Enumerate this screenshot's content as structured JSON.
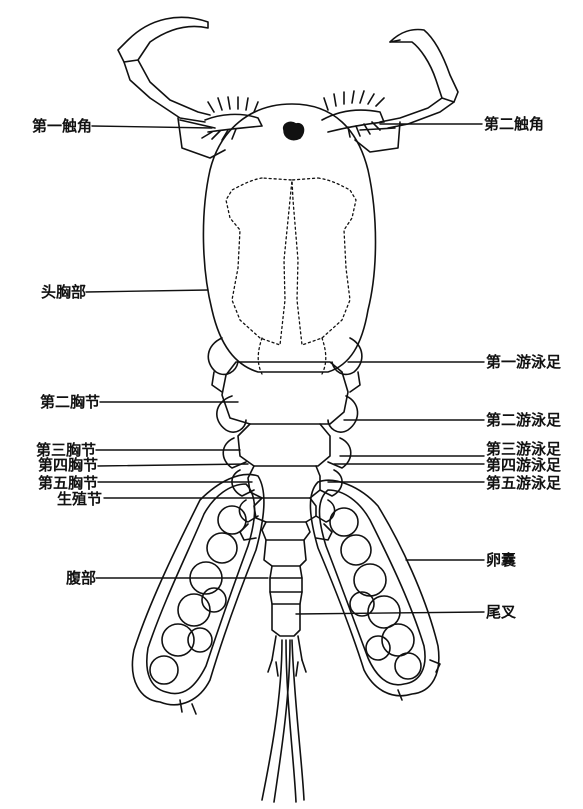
{
  "labels": {
    "first_antenna": "第一触角",
    "second_antenna": "第二触角",
    "cephalothorax": "头胸部",
    "first_swim_leg": "第一游泳足",
    "second_thoracic": "第二胸节",
    "second_swim_leg": "第二游泳足",
    "third_thoracic": "第三胸节",
    "third_swim_leg": "第三游泳足",
    "fourth_thoracic": "第四胸节",
    "fourth_swim_leg": "第四游泳足",
    "fifth_thoracic": "第五胸节",
    "fifth_swim_leg": "第五游泳足",
    "genital_segment": "生殖节",
    "egg_sac": "卵囊",
    "abdomen": "腹部",
    "caudal_furca": "尾叉"
  },
  "colors": {
    "ink": "#111111",
    "background": "#ffffff"
  }
}
